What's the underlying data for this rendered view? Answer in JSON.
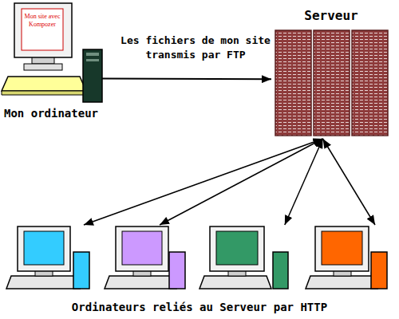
{
  "diagram": {
    "nodes": [
      {
        "text": [
          "Mon site avec Kompozer",
          "Mon ordinateur"
        ]
      },
      {
        "text": [
          "Serveur"
        ]
      },
      {
        "text": [
          "Ordinateurs reliés au Serveur par HTTP"
        ]
      }
    ],
    "edges": [
      {
        "from": 0,
        "to": 1,
        "arrow": "to",
        "label": "Les fichiers de mon site transmis par FTP"
      },
      {
        "from": 1,
        "to": 2,
        "arrow": "both"
      },
      {
        "from": 1,
        "to": 2,
        "arrow": "both"
      },
      {
        "from": 1,
        "to": 2,
        "arrow": "both"
      },
      {
        "from": 1,
        "to": 2,
        "arrow": "both"
      }
    ]
  }
}
